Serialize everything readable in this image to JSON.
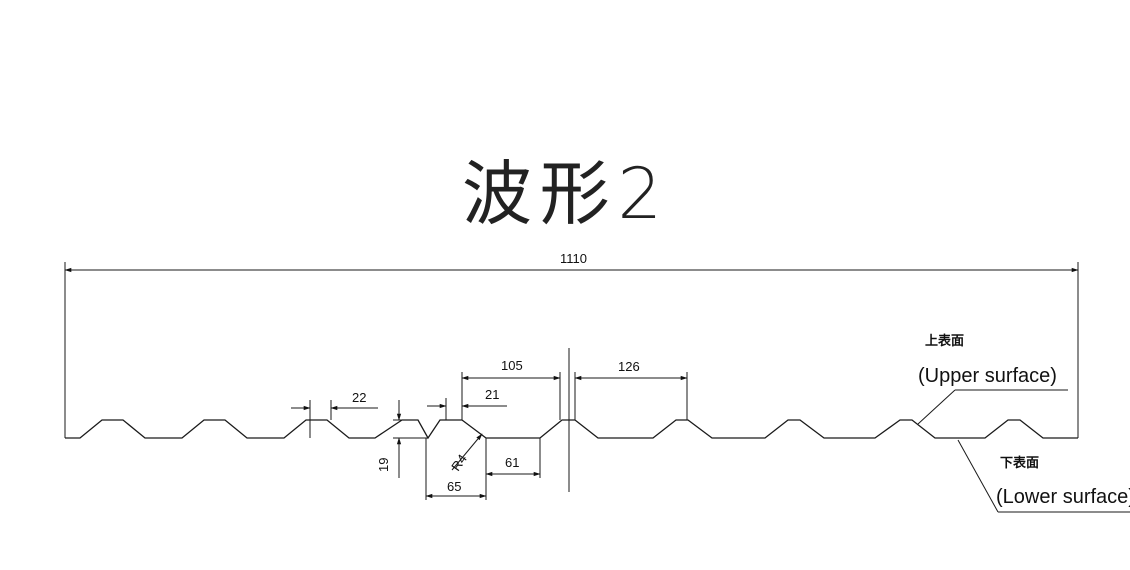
{
  "title": "波形2",
  "dimensions": {
    "overall_width": "1110",
    "pitch_right": "126",
    "pitch_left": "105",
    "crest_top_width": "22",
    "crest_top_width_2": "21",
    "rib_height": "19",
    "radius": "R4",
    "valley_width": "61",
    "bottom_span": "65"
  },
  "labels": {
    "upper_cn": "上表面",
    "upper_en": "(Upper surface)",
    "lower_cn": "下表面",
    "lower_en": "(Lower surface)"
  }
}
